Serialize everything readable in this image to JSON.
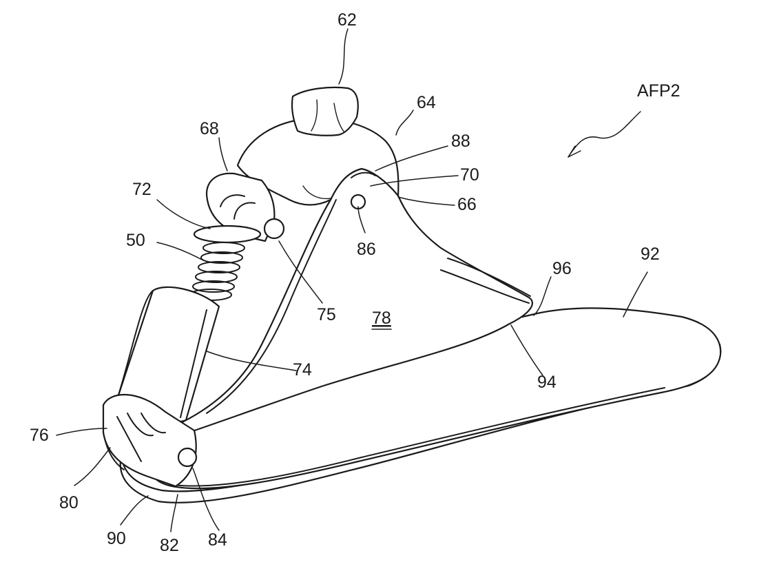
{
  "figure": {
    "assembly_label": "AFP2",
    "reference_numerals": {
      "n62": "62",
      "n64": "64",
      "n68": "68",
      "n88": "88",
      "n70": "70",
      "n66": "66",
      "n72": "72",
      "n50": "50",
      "n86": "86",
      "n96": "96",
      "n92": "92",
      "n75": "75",
      "n78": "78",
      "n74": "74",
      "n94": "94",
      "n76": "76",
      "n80": "80",
      "n90": "90",
      "n82": "82",
      "n84": "84"
    },
    "colors": {
      "ink": "#1a1a1a",
      "paper": "#ffffff"
    }
  }
}
